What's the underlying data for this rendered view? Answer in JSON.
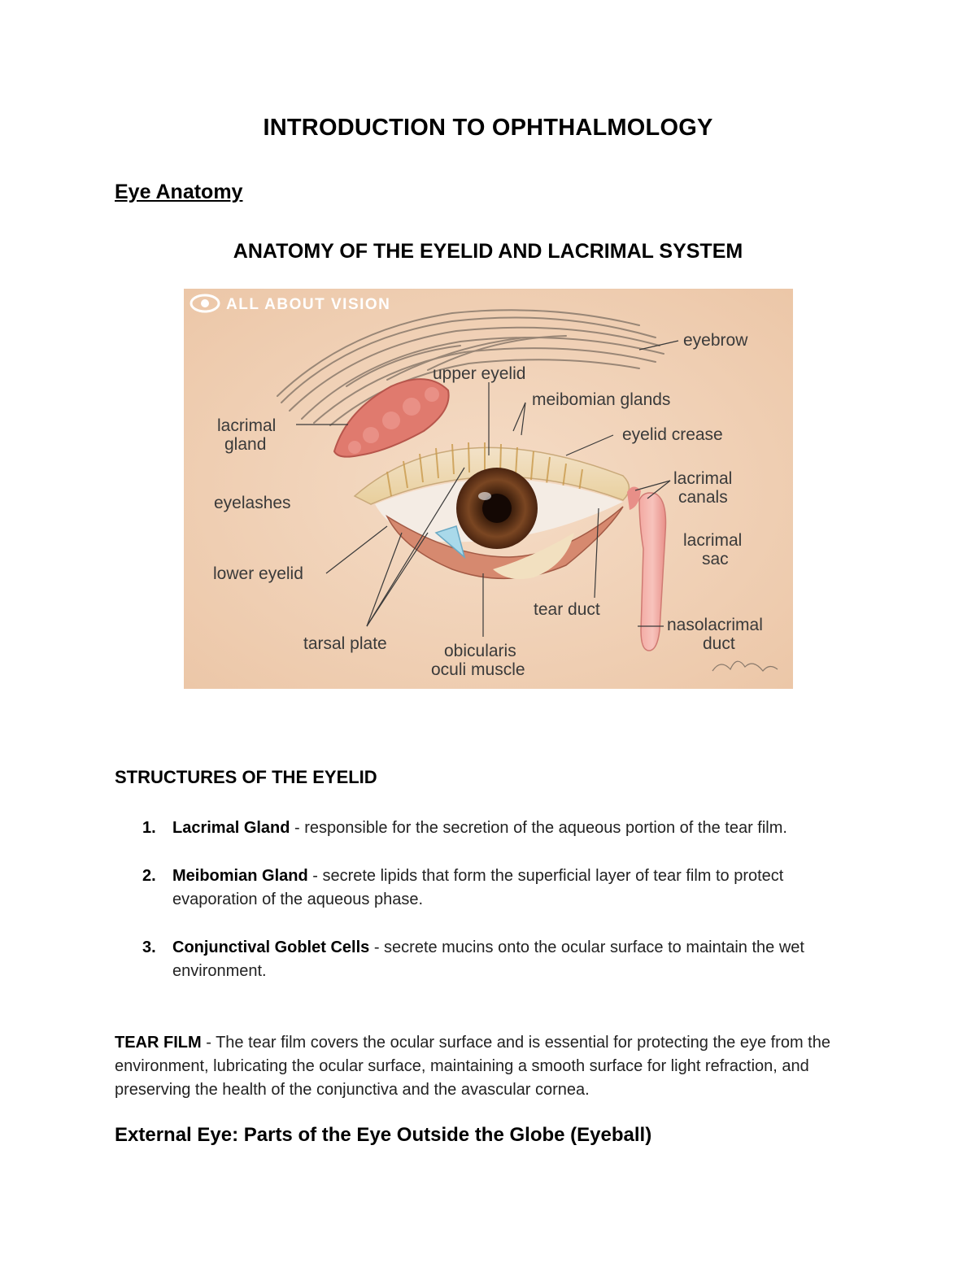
{
  "document": {
    "title": "INTRODUCTION TO OPHTHALMOLOGY",
    "section_heading": "Eye Anatomy",
    "figure_heading": "ANATOMY OF THE EYELID AND LACRIMAL SYSTEM"
  },
  "figure": {
    "brand": "ALL ABOUT VISION",
    "labels": {
      "eyebrow": "eyebrow",
      "upper_eyelid": "upper eyelid",
      "meibomian_glands": "meibomian glands",
      "lacrimal_gland_1": "lacrimal",
      "lacrimal_gland_2": "gland",
      "eyelid_crease": "eyelid crease",
      "lacrimal_canals_1": "lacrimal",
      "lacrimal_canals_2": "canals",
      "eyelashes": "eyelashes",
      "lacrimal_sac_1": "lacrimal",
      "lacrimal_sac_2": "sac",
      "lower_eyelid": "lower eyelid",
      "tear_duct": "tear duct",
      "nasolacrimal_duct_1": "nasolacrimal",
      "nasolacrimal_duct_2": "duct",
      "tarsal_plate": "tarsal plate",
      "obicularis_1": "obicularis",
      "obicularis_2": "oculi muscle"
    },
    "colors": {
      "background": "#f2d2b8",
      "eyebrow": "#8a7a6c",
      "gland": "#e07a6e",
      "iris": "#6a3a1e",
      "duct": "#f0a8a0"
    }
  },
  "structures": {
    "heading": "STRUCTURES OF THE EYELID",
    "items": [
      {
        "num": "1.",
        "term": "Lacrimal Gland",
        "desc": " - responsible for the secretion of the aqueous portion of the tear film."
      },
      {
        "num": "2.",
        "term": "Meibomian Gland",
        "desc": " - secrete lipids that form the superficial layer of tear film to protect evaporation of the aqueous phase."
      },
      {
        "num": "3.",
        "term": "Conjunctival Goblet Cells",
        "desc": " - secrete mucins onto the ocular surface to maintain the wet environment."
      }
    ]
  },
  "tear_film": {
    "term": "TEAR FILM",
    "text": " - The tear film covers the ocular surface and is essential for protecting the eye from the environment, lubricating the ocular surface, maintaining a smooth surface for light refraction, and preserving the health of the conjunctiva and the avascular cornea."
  },
  "external_heading": "External Eye: Parts of the Eye Outside the Globe (Eyeball)"
}
